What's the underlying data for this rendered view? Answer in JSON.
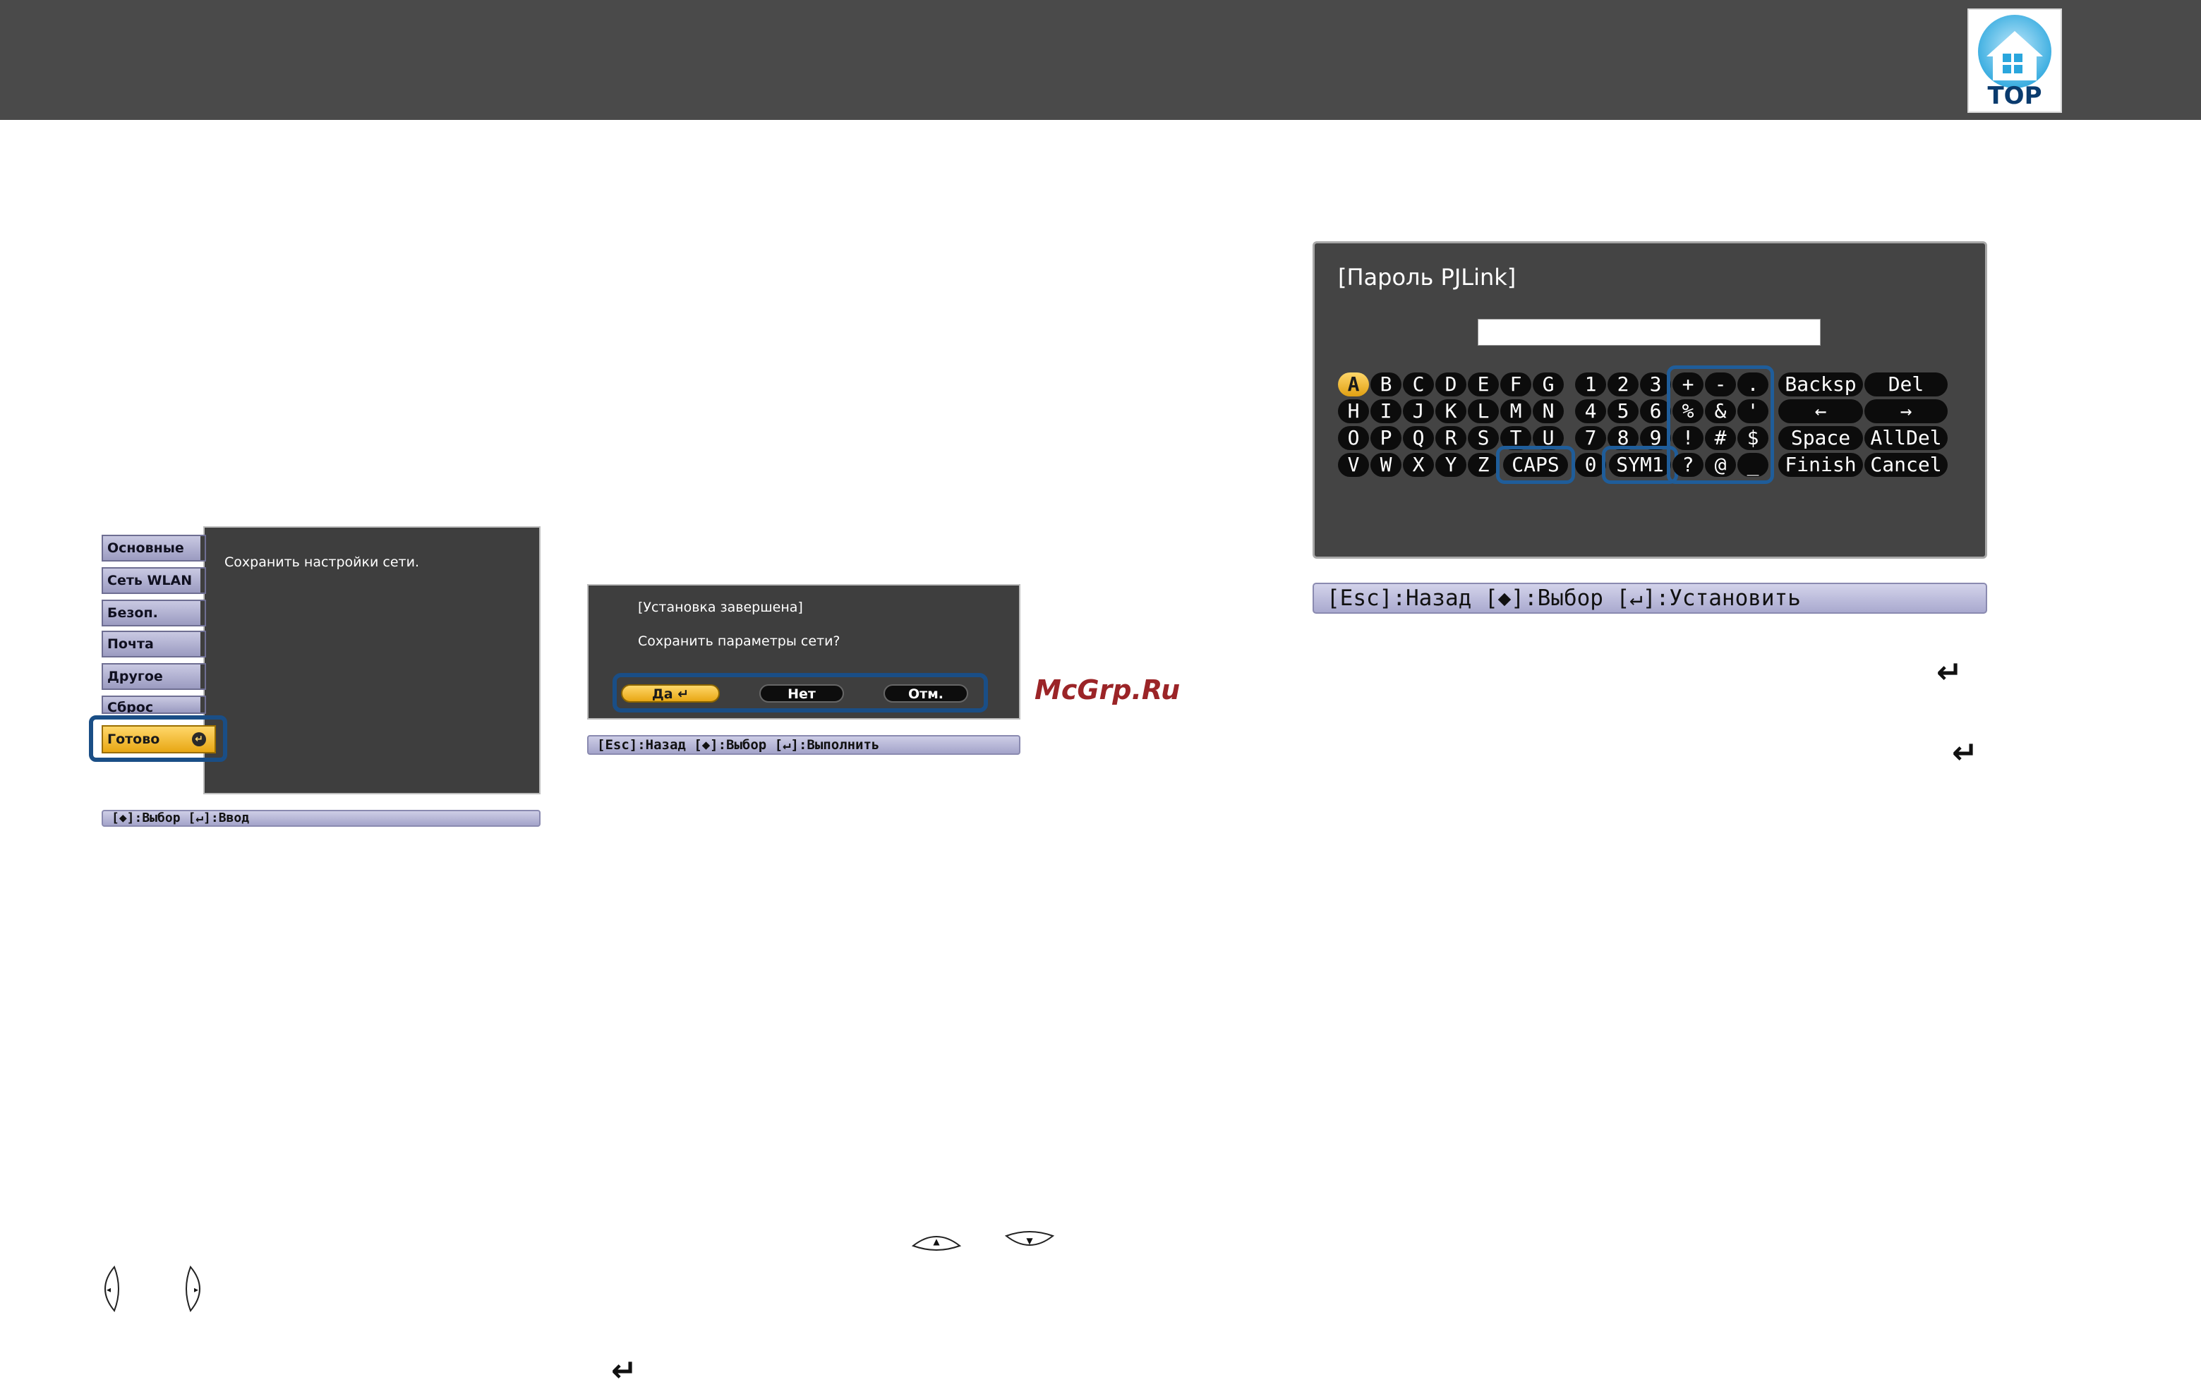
{
  "header": {
    "logo_text": "TOP",
    "logo_icon": "home-icon"
  },
  "watermark": "McGrp.Ru",
  "screen1": {
    "menu_items": [
      "Основные",
      "Сеть WLAN",
      "Безоп.",
      "Почта",
      "Другое",
      "Сброс"
    ],
    "done_label": "Готово",
    "message": "Сохранить настройки сети.",
    "hint": "[◆]:Выбор [↵]:Ввод"
  },
  "screen2": {
    "title": "[Установка завершена]",
    "question": "Сохранить параметры сети?",
    "buttons": {
      "yes": "Да ↵",
      "no": "Нет",
      "cancel": "Отм."
    },
    "hint": "[Esc]:Назад [◆]:Выбор [↵]:Выполнить"
  },
  "screen3": {
    "title": "[Пароль PJLink]",
    "input_value": "",
    "keys": {
      "letters": [
        [
          "A",
          "B",
          "C",
          "D",
          "E",
          "F",
          "G"
        ],
        [
          "H",
          "I",
          "J",
          "K",
          "L",
          "M",
          "N"
        ],
        [
          "O",
          "P",
          "Q",
          "R",
          "S",
          "T",
          "U"
        ],
        [
          "V",
          "W",
          "X",
          "Y",
          "Z"
        ]
      ],
      "caps": "CAPS",
      "digits": [
        [
          "1",
          "2",
          "3"
        ],
        [
          "4",
          "5",
          "6"
        ],
        [
          "7",
          "8",
          "9"
        ],
        [
          "0"
        ]
      ],
      "sym1": "SYM1",
      "symbols": [
        [
          "+",
          "-",
          "."
        ],
        [
          "%",
          "&",
          "'"
        ],
        [
          "!",
          "#",
          "$"
        ],
        [
          "?",
          "@",
          "_"
        ]
      ],
      "functions": [
        [
          "Backsp",
          "Del"
        ],
        [
          "←",
          "→"
        ],
        [
          "Space",
          "AllDel"
        ],
        [
          "Finish",
          "Cancel"
        ]
      ]
    },
    "hint": "[Esc]:Назад [◆]:Выбор [↵]:Установить"
  },
  "glyphs": {
    "enter": "↵",
    "up": "▲",
    "down": "▼",
    "left": "◂",
    "right": "▸"
  }
}
